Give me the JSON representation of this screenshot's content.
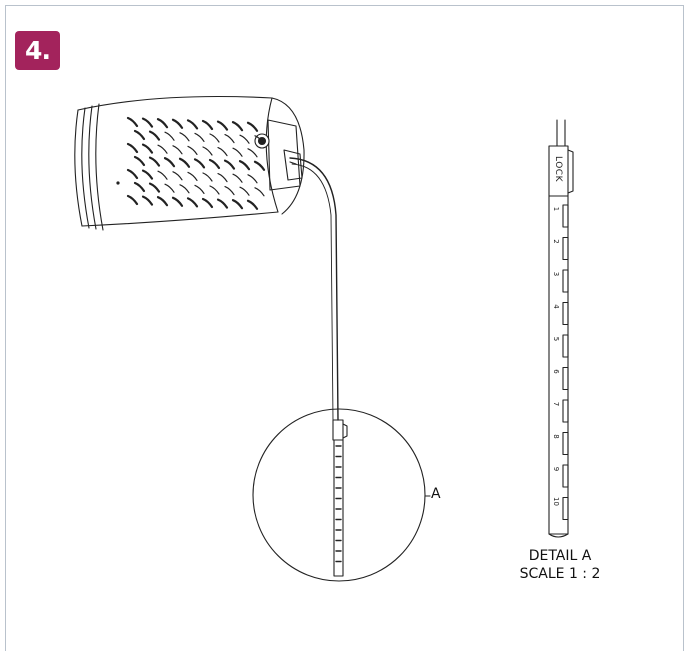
{
  "step": {
    "number": "4."
  },
  "callout": {
    "letter": "A"
  },
  "detail": {
    "title": "DETAIL A",
    "scale": "SCALE 1 : 2"
  },
  "probe": {
    "lock_text": "LOCK",
    "marks": [
      "1",
      "2",
      "3",
      "4",
      "5",
      "6",
      "7",
      "8",
      "9",
      "10"
    ]
  },
  "colors": {
    "badge": "#a3235c",
    "frame": "#b9c2cc",
    "line": "#222222"
  }
}
